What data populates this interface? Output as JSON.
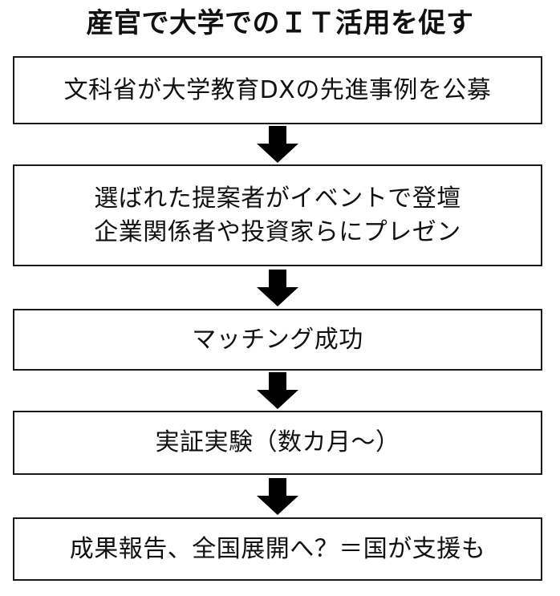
{
  "chart_data": {
    "type": "diagram",
    "diagram_type": "flowchart-vertical",
    "title": "産官で大学でのＩＴ活用を促す",
    "orientation": "top-to-bottom",
    "node_count": 5,
    "connector_count": 4,
    "connector_type": "solid-black-down-arrow",
    "colors": {
      "background": "#ffffff",
      "box_fill": "#ffffff",
      "box_border": "#1a1a1a",
      "text": "#111111",
      "arrow": "#000000"
    },
    "nodes": [
      {
        "id": "step-1",
        "lines": [
          "文科省が大学教育DXの先進事例を公募"
        ]
      },
      {
        "id": "step-2",
        "lines": [
          "選ばれた提案者がイベントで登壇",
          "企業関係者や投資家らにプレゼン"
        ]
      },
      {
        "id": "step-3",
        "lines": [
          "マッチング成功"
        ]
      },
      {
        "id": "step-4",
        "lines": [
          "実証実験（数カ月〜）"
        ]
      },
      {
        "id": "step-5",
        "lines": [
          "成果報告、全国展開へ？＝国が支援も"
        ]
      }
    ],
    "connectors": [
      {
        "from": "step-1",
        "to": "step-2"
      },
      {
        "from": "step-2",
        "to": "step-3"
      },
      {
        "from": "step-3",
        "to": "step-4"
      },
      {
        "from": "step-4",
        "to": "step-5"
      }
    ]
  },
  "title": "産官で大学でのＩＴ活用を促す",
  "steps": {
    "step1_line1": "文科省が大学教育DXの先進事例を公募",
    "step2_line1": "選ばれた提案者がイベントで登壇",
    "step2_line2": "企業関係者や投資家らにプレゼン",
    "step3_line1": "マッチング成功",
    "step4_line1": "実証実験（数カ月〜）",
    "step5_line1": "成果報告、全国展開へ？＝国が支援も"
  },
  "icons": {
    "arrow": "down-arrow-icon"
  }
}
